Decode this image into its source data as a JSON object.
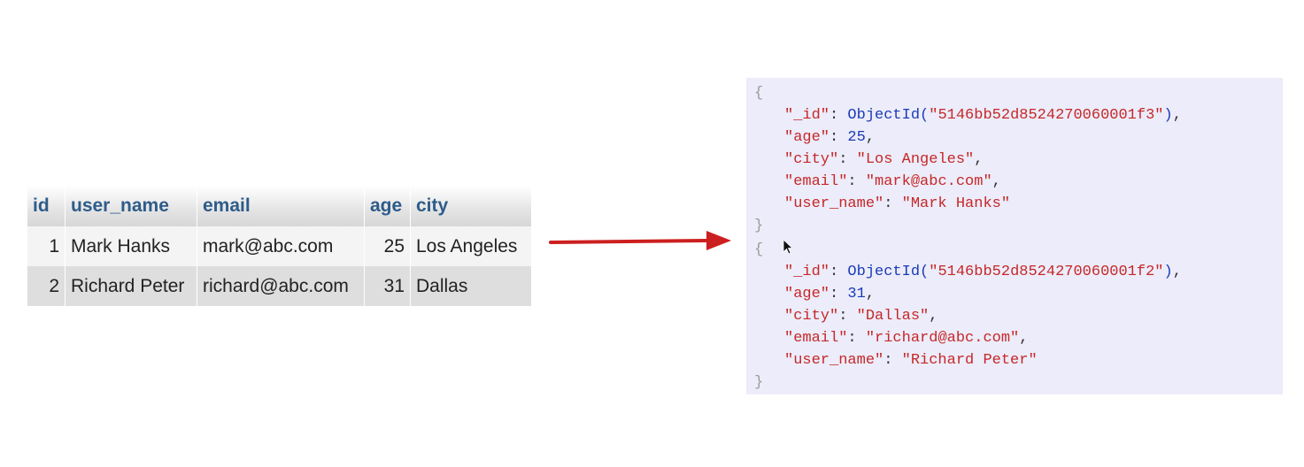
{
  "table": {
    "headers": [
      "id",
      "user_name",
      "email",
      "age",
      "city"
    ],
    "rows": [
      {
        "id": "1",
        "user_name": "Mark Hanks",
        "email": "mark@abc.com",
        "age": "25",
        "city": "Los Angeles"
      },
      {
        "id": "2",
        "user_name": "Richard Peter",
        "email": "richard@abc.com",
        "age": "31",
        "city": "Dallas"
      }
    ]
  },
  "json": {
    "open_brace": "{",
    "close_brace": "}",
    "colon": ": ",
    "comma": ",",
    "objectid_fn": "ObjectId(",
    "objectid_close": ")",
    "keys": {
      "id": "\"_id\"",
      "age": "\"age\"",
      "city": "\"city\"",
      "email": "\"email\"",
      "user_name": "\"user_name\""
    },
    "docs": [
      {
        "oid": "\"5146bb52d8524270060001f3\"",
        "age": "25",
        "city": "\"Los Angeles\"",
        "email": "\"mark@abc.com\"",
        "user_name": "\"Mark Hanks\""
      },
      {
        "oid": "\"5146bb52d8524270060001f2\"",
        "age": "31",
        "city": "\"Dallas\"",
        "email": "\"richard@abc.com\"",
        "user_name": "\"Richard Peter\""
      }
    ]
  },
  "colors": {
    "header_text": "#2e5c8a",
    "arrow": "#cc1f1f",
    "json_bg": "#ececfa",
    "json_string": "#c62828",
    "json_function": "#1b3bb5"
  },
  "icons": {
    "arrow": "right-arrow-icon",
    "cursor": "mouse-pointer-icon"
  }
}
